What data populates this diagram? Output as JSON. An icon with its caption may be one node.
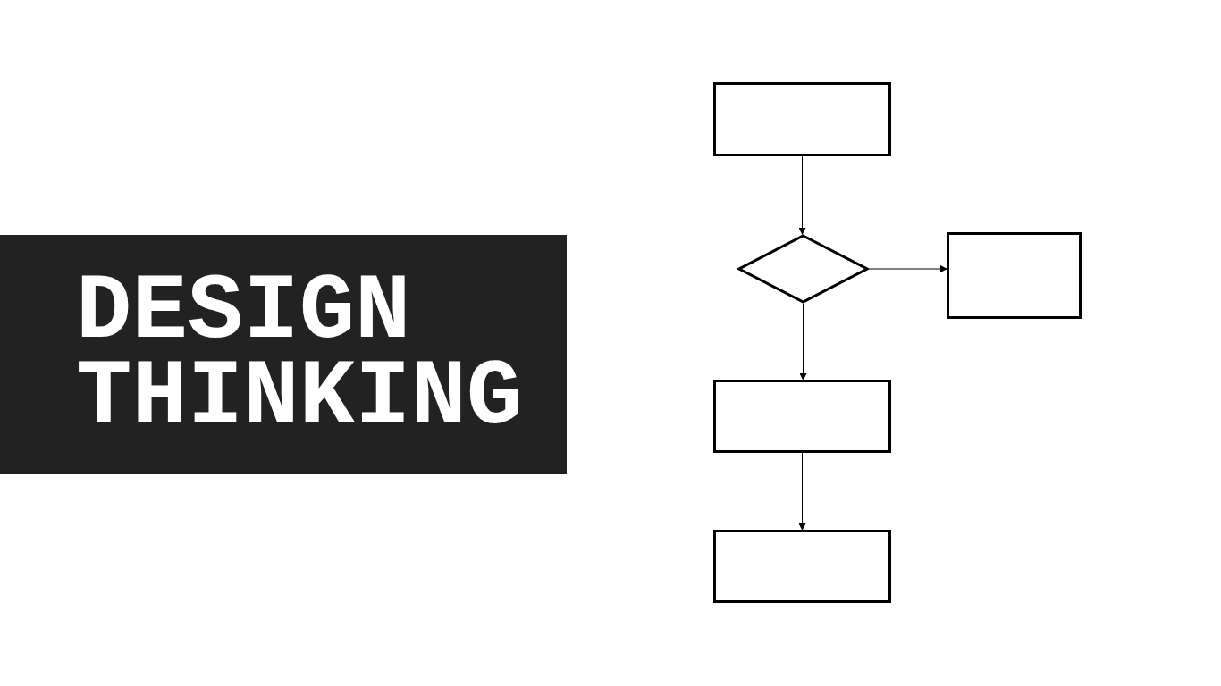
{
  "diagram": {
    "title": "DESIGN THINKING",
    "nodes": [
      {
        "text": [],
        "shape": "box"
      },
      {
        "text": [],
        "shape": "diamond"
      },
      {
        "text": [],
        "shape": "box"
      },
      {
        "text": [],
        "shape": "box"
      },
      {
        "text": [],
        "shape": "box"
      }
    ],
    "edges": [
      {
        "from": 0,
        "to": 1,
        "arrow": "to"
      },
      {
        "from": 1,
        "to": 2,
        "arrow": "to"
      },
      {
        "from": 1,
        "to": 3,
        "arrow": "to"
      },
      {
        "from": 3,
        "to": 4,
        "arrow": "to"
      }
    ]
  }
}
